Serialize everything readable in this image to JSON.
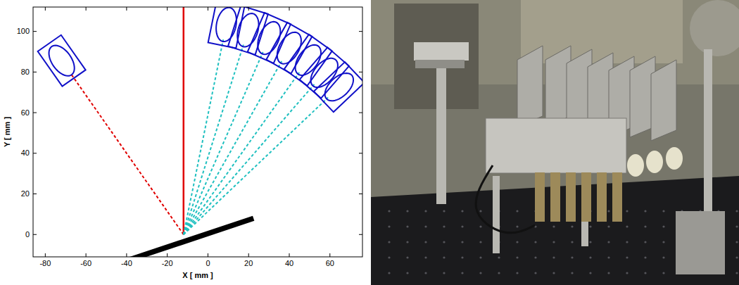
{
  "diagram": {
    "labels": [
      "100",
      "80",
      "60",
      "40",
      "20",
      "0",
      "-80",
      "-60",
      "-40",
      "-20",
      "0",
      "20",
      "40",
      "60",
      "Y [ mm ]",
      "X [ mm ]"
    ]
  }
}
